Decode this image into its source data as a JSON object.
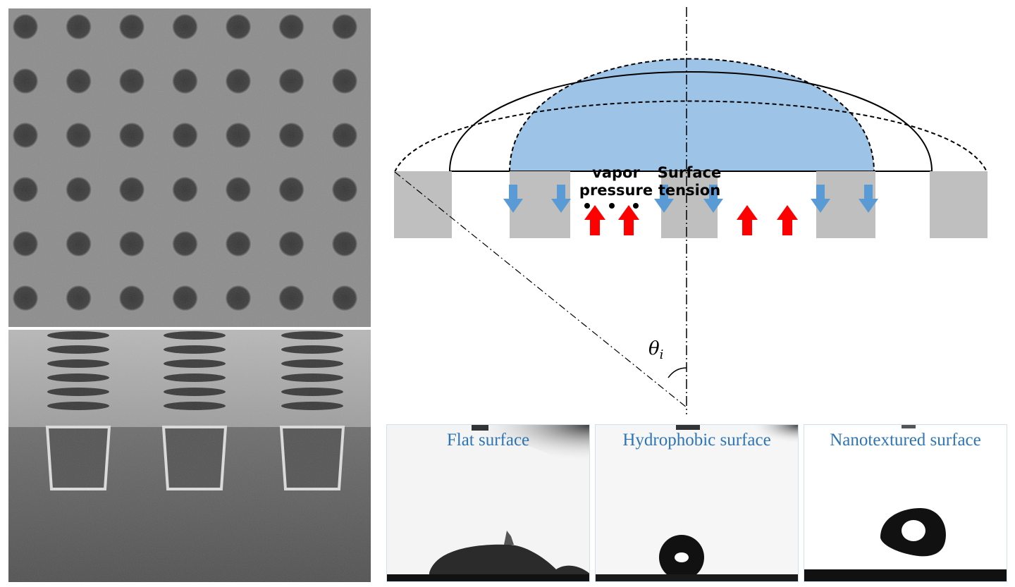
{
  "diagram": {
    "label_vapor_line1": "vapor",
    "label_vapor_line2": "pressure",
    "label_surface_line1": "Surface",
    "label_surface_line2": "tension",
    "angle_symbol": "θ",
    "angle_subscript": "i"
  },
  "colors": {
    "droplet_fill": "#9dc3e6",
    "pillar_gray": "#bfbfbf",
    "down_arrow_blue": "#5b9bd5",
    "up_arrow_red": "#ff0000",
    "label_blue": "#2e75b6"
  },
  "photos": [
    {
      "label": "Flat surface"
    },
    {
      "label": "Hydrophobic surface"
    },
    {
      "label": "Nanotextured surface"
    }
  ]
}
